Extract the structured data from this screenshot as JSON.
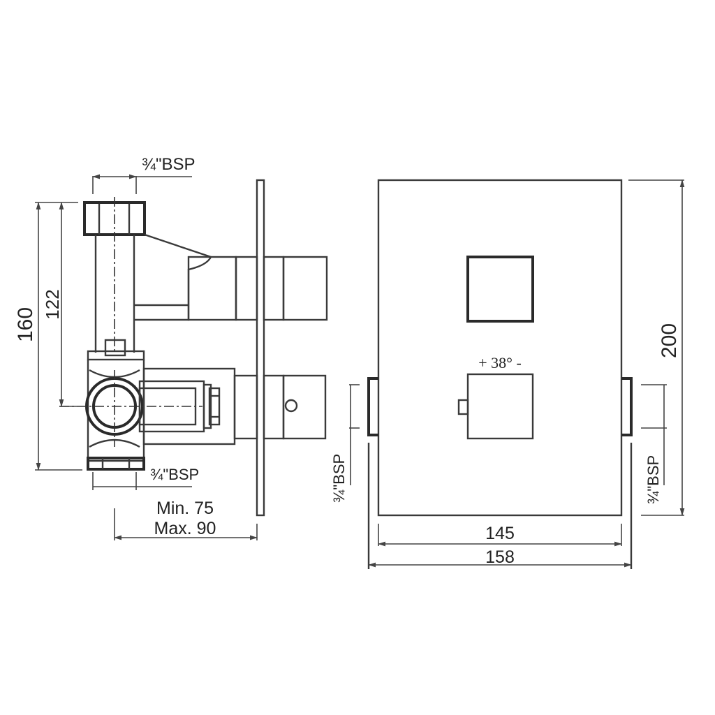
{
  "side_view": {
    "top_inlet_label": "¾\"BSP",
    "bottom_inlet_label": "¾\"BSP",
    "overall_height": "160",
    "inlet_to_center_height": "122",
    "depth_min": "Min. 75",
    "depth_max": "Max. 90"
  },
  "front_view": {
    "temperature_mark": "+ 38° -",
    "plate_height": "200",
    "plate_width": "145",
    "overall_width": "158",
    "left_outlet_label": "¾\"BSP",
    "right_outlet_label": "¾\"BSP"
  },
  "colors": {
    "line": "#3a3a3a",
    "background": "#ffffff"
  }
}
